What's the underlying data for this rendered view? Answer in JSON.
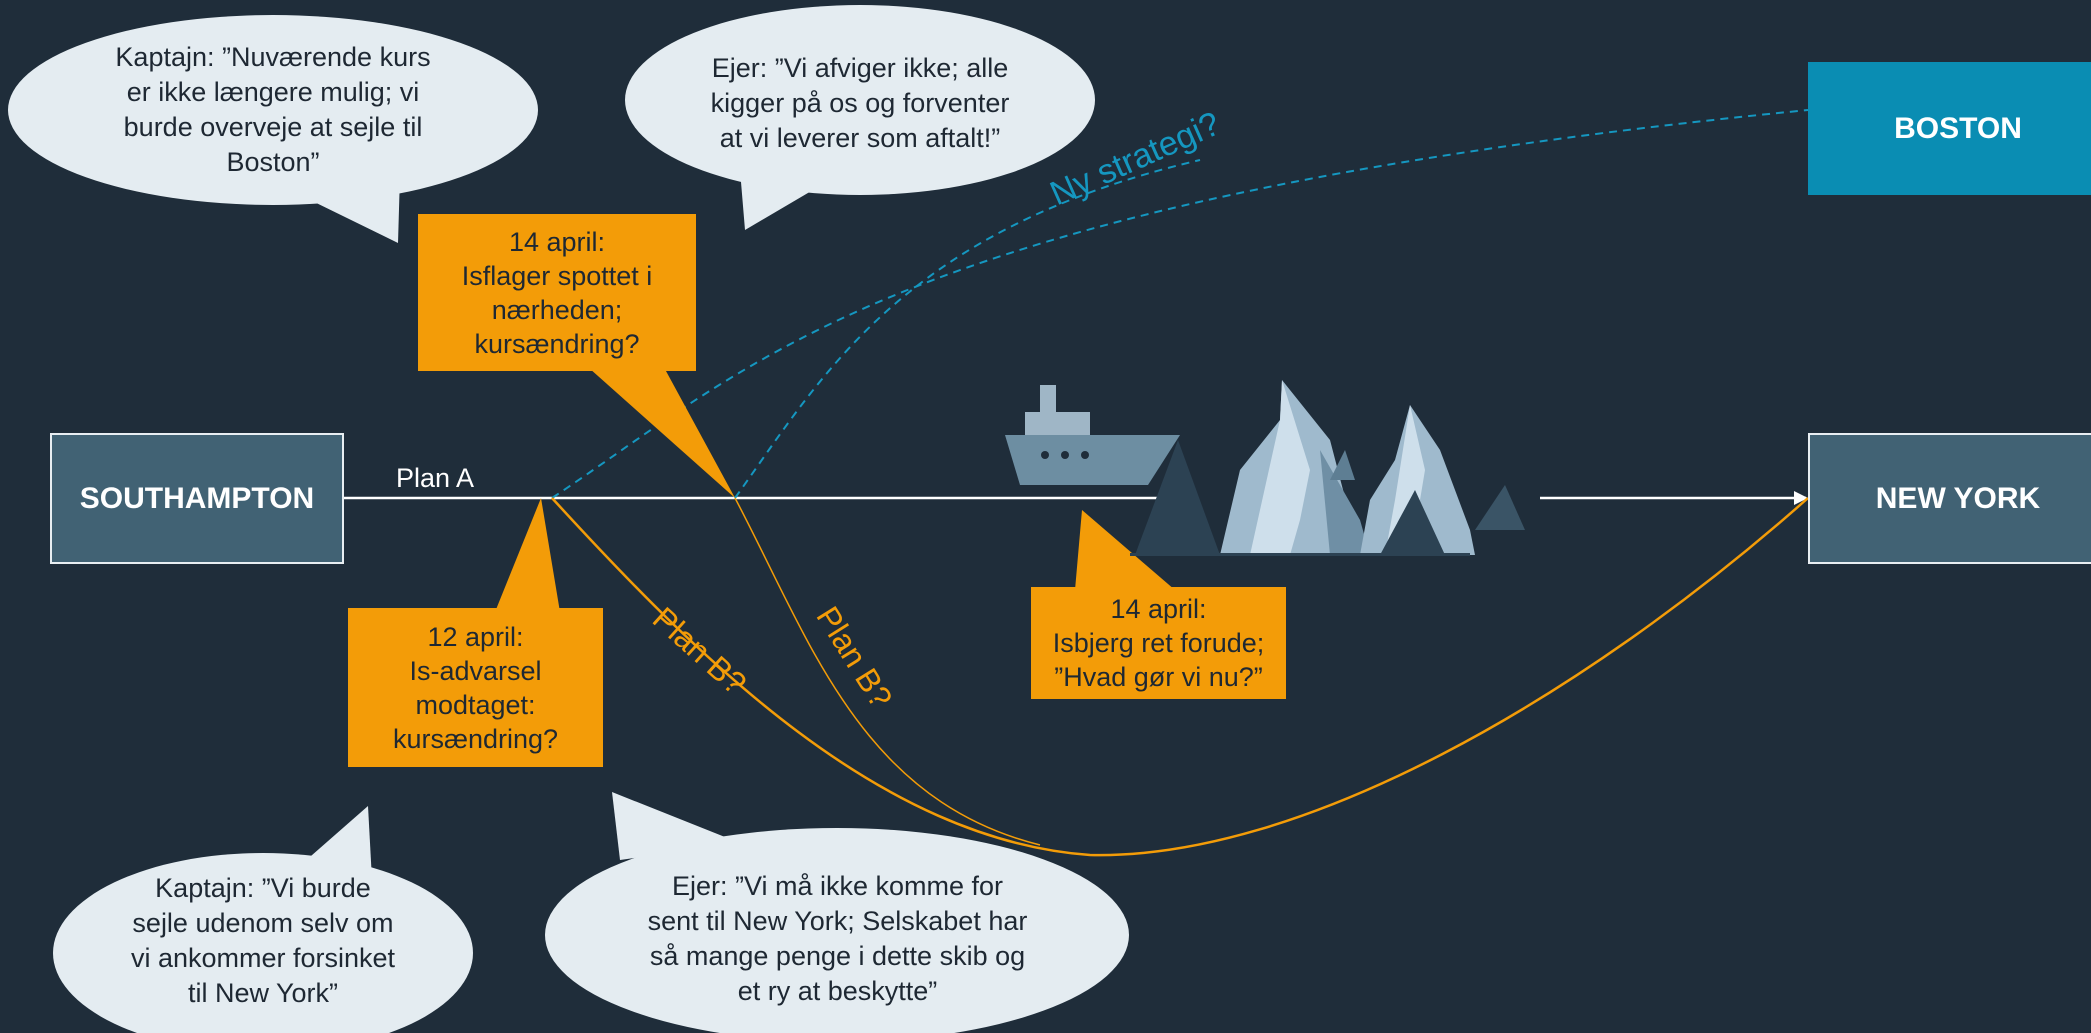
{
  "cities": {
    "southampton": "SOUTHAMPTON",
    "new_york": "NEW YORK",
    "boston": "BOSTON"
  },
  "routes": {
    "plan_a": "Plan A",
    "plan_b_1": "Plan B?",
    "plan_b_2": "Plan B?",
    "ny_strategi": "Ny strategi?"
  },
  "notices": {
    "apr12": "12 april:\nIs-advarsel\nmodtaget:\nkursændring?",
    "apr14_isflager": "14 april:\nIsflager spottet i\nnærheden;\nkursændring?",
    "apr14_isbjerg": "14 april:\nIsbjerg ret forude;\n”Hvad gør vi nu?”"
  },
  "bubbles": {
    "captain_top": "Kaptajn: ”Nuværende kurs\ner ikke længere mulig; vi\nburde overveje at sejle til\nBoston”",
    "owner_top": "Ejer: ”Vi afviger ikke; alle\nkigger på os og forventer\nat vi leverer som aftalt!”",
    "captain_bottom": "Kaptajn: ”Vi burde\nsejle udenom selv om\nvi ankommer forsinket\ntil New York”",
    "owner_bottom": "Ejer: ”Vi må ikke komme for\nsent til New York; Selskabet har\nså mange penge i dette skib og\net ry at beskytte”"
  },
  "colors": {
    "background": "#1f2d3a",
    "notice": "#f39c08",
    "plan_b_line": "#f39c08",
    "strategy_line": "#1597c0",
    "boston_box": "#0a8db3",
    "city_box": "#416274",
    "bubble": "#e4ecf1"
  },
  "icons": {
    "ship": "ship-icon",
    "iceberg": "iceberg-icon"
  }
}
